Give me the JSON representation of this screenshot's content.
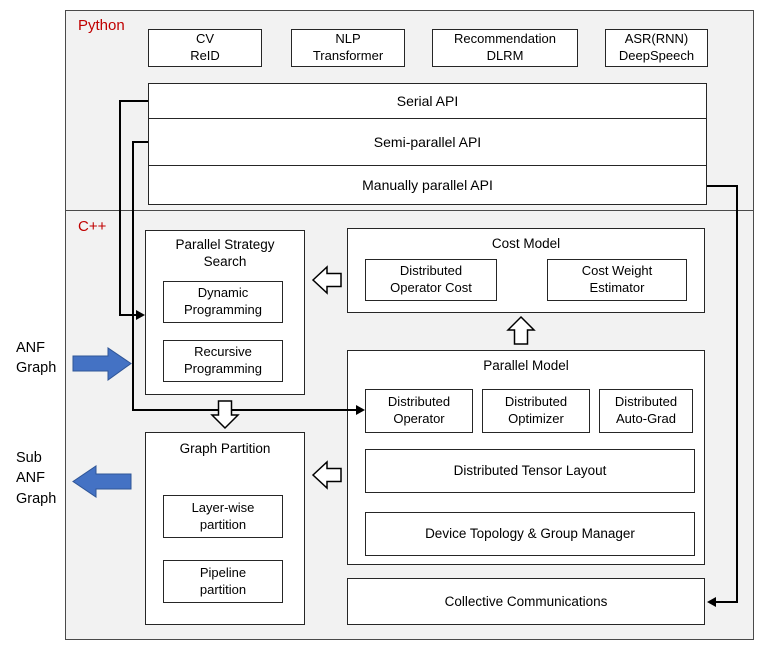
{
  "colors": {
    "accent_red": "#c00000",
    "arrow_blue": "#4472c4",
    "section_bg": "#f2f2f2",
    "box_border": "#262626"
  },
  "sections": {
    "python": {
      "label": "Python"
    },
    "cpp": {
      "label": "C++"
    }
  },
  "apps": [
    {
      "label": "CV\nReID"
    },
    {
      "label": "NLP\nTransformer"
    },
    {
      "label": "Recommendation\nDLRM"
    },
    {
      "label": "ASR(RNN)\nDeepSpeech"
    }
  ],
  "apis": [
    {
      "label": "Serial API"
    },
    {
      "label": "Semi-parallel API"
    },
    {
      "label": "Manually parallel API"
    }
  ],
  "parallel_strategy_search": {
    "title": "Parallel Strategy Search",
    "items": [
      {
        "label": "Dynamic\nProgramming"
      },
      {
        "label": "Recursive\nProgramming"
      }
    ]
  },
  "cost_model": {
    "title": "Cost Model",
    "items": [
      {
        "label": "Distributed\nOperator Cost"
      },
      {
        "label": "Cost Weight\nEstimator"
      }
    ]
  },
  "parallel_model": {
    "title": "Parallel Model",
    "row1": [
      {
        "label": "Distributed\nOperator"
      },
      {
        "label": "Distributed\nOptimizer"
      },
      {
        "label": "Distributed\nAuto-Grad"
      }
    ],
    "tensor_layout": "Distributed Tensor Layout",
    "device_topology": "Device Topology & Group Manager"
  },
  "graph_partition": {
    "title": "Graph Partition",
    "items": [
      {
        "label": "Layer-wise\npartition"
      },
      {
        "label": "Pipeline\npartition"
      }
    ]
  },
  "collective_communications": {
    "label": "Collective Communications"
  },
  "side": {
    "anf_graph": "ANF\nGraph",
    "sub_anf_graph": "Sub\nANF\nGraph"
  }
}
